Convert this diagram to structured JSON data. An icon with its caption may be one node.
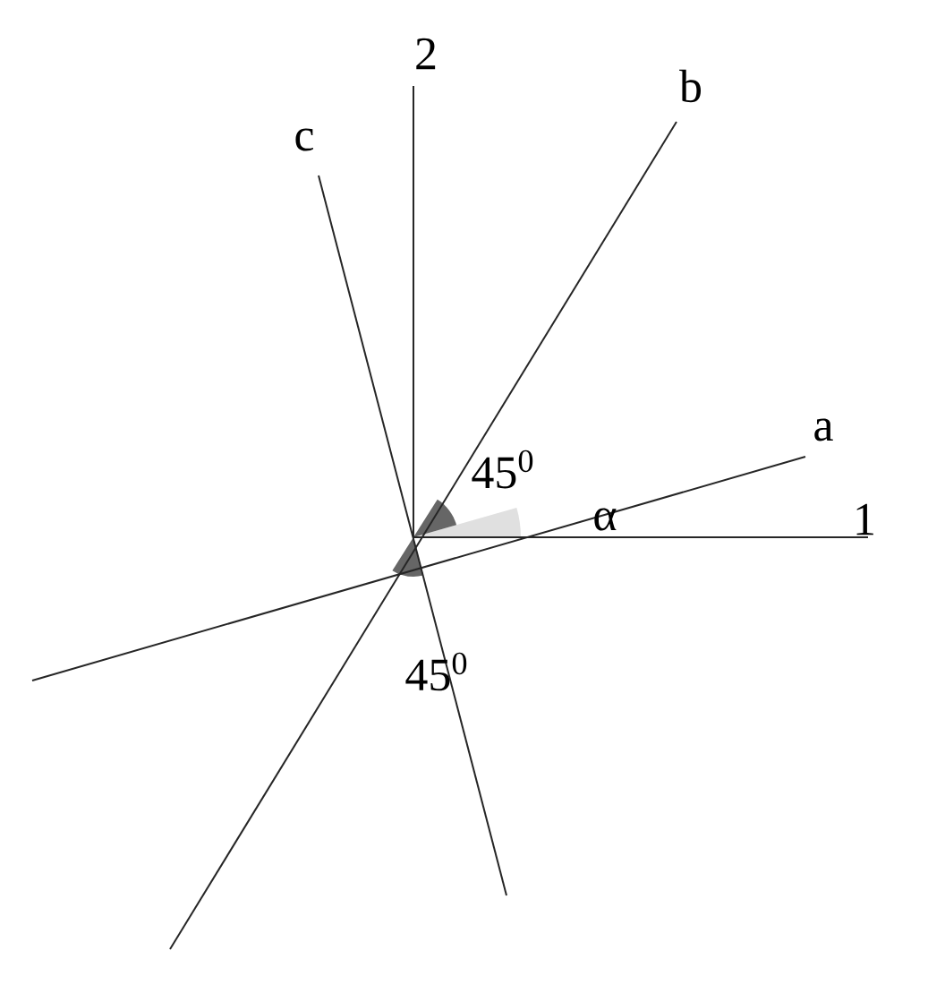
{
  "diagram": {
    "labels": [
      "2",
      "b",
      "c",
      "a",
      "1",
      "45$^{0}$",
      "α",
      "45$^{0}$"
    ]
  }
}
